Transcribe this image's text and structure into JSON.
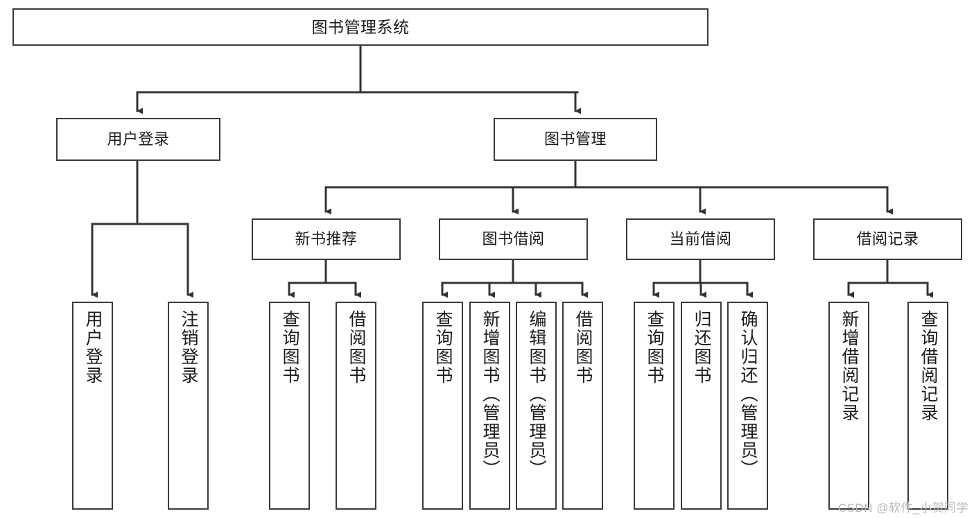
{
  "diagram": {
    "title": "图书管理系统",
    "type": "tree-hierarchy",
    "watermark": "CSDN @软件_小贺同学",
    "colors": {
      "box_border": "#3a3a3a",
      "box_fill": "#ffffff",
      "connector": "#333333",
      "text": "#1b1b1b",
      "watermark": "#b9b9b9"
    },
    "nodes": {
      "root": {
        "label": "图书管理系统"
      },
      "level2": [
        {
          "id": "user-login",
          "label": "用户登录"
        },
        {
          "id": "book-manage",
          "label": "图书管理"
        }
      ],
      "level3": [
        {
          "id": "new-book-recommend",
          "label": "新书推荐"
        },
        {
          "id": "book-borrow",
          "label": "图书借阅"
        },
        {
          "id": "current-borrow",
          "label": "当前借阅"
        },
        {
          "id": "borrow-record",
          "label": "借阅记录"
        }
      ],
      "leaves": {
        "user-login": [
          {
            "id": "leaf-user-login",
            "label": "用户登录"
          },
          {
            "id": "leaf-logout-login",
            "label": "注销登录"
          }
        ],
        "new-book-recommend": [
          {
            "id": "leaf-query-book-1",
            "label": "查询图书"
          },
          {
            "id": "leaf-borrow-book-1",
            "label": "借阅图书"
          }
        ],
        "book-borrow": [
          {
            "id": "leaf-query-book-2",
            "label": "查询图书"
          },
          {
            "id": "leaf-add-book",
            "label": "新增图书（管理员）"
          },
          {
            "id": "leaf-edit-book",
            "label": "编辑图书（管理员）"
          },
          {
            "id": "leaf-borrow-book-2",
            "label": "借阅图书"
          }
        ],
        "current-borrow": [
          {
            "id": "leaf-query-book-3",
            "label": "查询图书"
          },
          {
            "id": "leaf-return-book",
            "label": "归还图书"
          },
          {
            "id": "leaf-confirm-return",
            "label": "确认归还（管理员）"
          }
        ],
        "borrow-record": [
          {
            "id": "leaf-add-record",
            "label": "新增借阅记录"
          },
          {
            "id": "leaf-query-record",
            "label": "查询借阅记录"
          }
        ]
      }
    }
  }
}
